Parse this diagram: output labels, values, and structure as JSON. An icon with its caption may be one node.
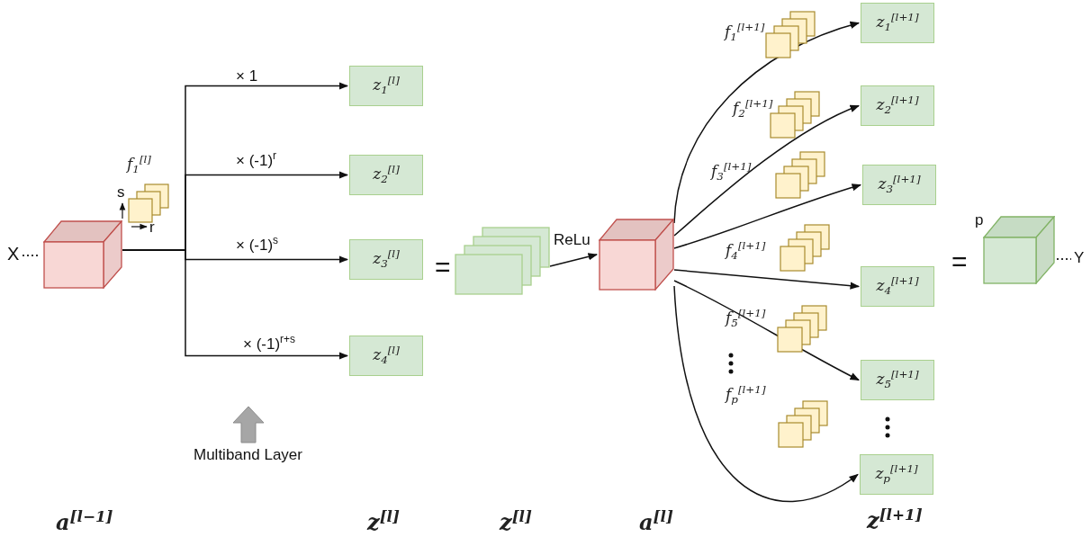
{
  "diagram": {
    "nodes": [
      {
        "text": [],
        "shape": "cube"
      },
      {
        "text": [
          "z$_{1}$$^{[l]}$"
        ]
      },
      {
        "text": [
          "z$_{2}$$^{[l]}$"
        ]
      },
      {
        "text": [
          "z$_{3}$$^{[l]}$"
        ]
      },
      {
        "text": [
          "z$_{4}$$^{[l]}$"
        ]
      },
      {
        "text": [],
        "shape": "box"
      },
      {
        "text": [],
        "shape": "cube"
      },
      {
        "text": [
          "z$_{1}$$^{[l+1]}$"
        ]
      },
      {
        "text": [
          "z$_{2}$$^{[l+1]}$"
        ]
      },
      {
        "text": [
          "z$_{3}$$^{[l+1]}$"
        ]
      },
      {
        "text": [
          "z$_{4}$$^{[l+1]}$"
        ]
      },
      {
        "text": [
          "z$_{5}$$^{[l+1]}$"
        ]
      },
      {
        "text": [
          "z$_{p}$$^{[l+1]}$"
        ]
      },
      {
        "text": [],
        "shape": "cube"
      }
    ],
    "edges": [
      {
        "from": 0,
        "to": 1,
        "arrow": "to",
        "label": "× 1"
      },
      {
        "from": 0,
        "to": 2,
        "arrow": "to",
        "label": "× (-1)$^{r}$"
      },
      {
        "from": 0,
        "to": 3,
        "arrow": "to",
        "label": "× (-1)$^{s}$"
      },
      {
        "from": 0,
        "to": 4,
        "arrow": "to",
        "label": "× (-1)$^{r+s}$"
      },
      {
        "from": 5,
        "to": 6,
        "arrow": "to",
        "label": "ReLu"
      },
      {
        "from": 6,
        "to": 7,
        "arrow": "to"
      },
      {
        "from": 6,
        "to": 8,
        "arrow": "to"
      },
      {
        "from": 6,
        "to": 9,
        "arrow": "to"
      },
      {
        "from": 6,
        "to": 10,
        "arrow": "to"
      },
      {
        "from": 6,
        "to": 11,
        "arrow": "to"
      },
      {
        "from": 6,
        "to": 12,
        "arrow": "to"
      }
    ],
    "labels": [
      "X",
      "f$_{1}$$^{[l]}$",
      "s",
      "r",
      "=",
      "f$_{1}$$^{[l+1]}$",
      "f$_{2}$$^{[l+1]}$",
      "f$_{3}$$^{[l+1]}$",
      "f$_{4}$$^{[l+1]}$",
      "p",
      "=",
      "Y",
      "f$_{5}$$^{[l+1]}$",
      "f$_{p}$$^{[l+1]}$",
      "Multiband Layer",
      "a$^{[l−1]}$",
      "z$^{[l]}$",
      "z$^{[l]}$",
      "a$^{[l]}$",
      "z$^{[l+1]}$"
    ]
  }
}
